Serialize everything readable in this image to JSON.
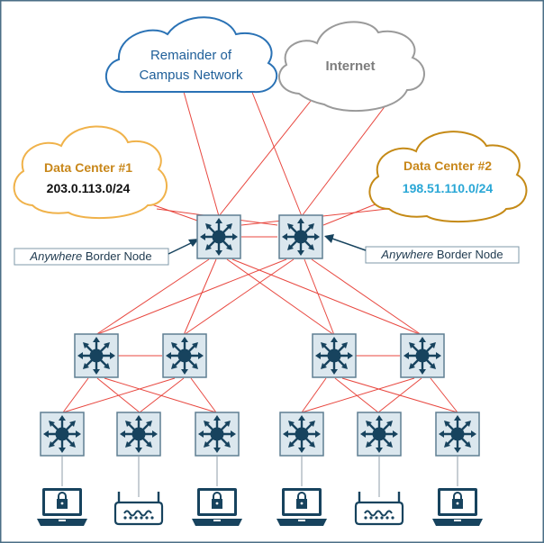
{
  "colors": {
    "link": "#e8473f",
    "node_fill": "#dbe7ee",
    "node_stroke": "#5f7f92",
    "icon": "#17435e",
    "frame": "#4b6f86",
    "campus_cloud": "#2a72b5",
    "internet_cloud": "#9a9a9a",
    "dc1_cloud": "#f0b24a",
    "dc2_cloud": "#c58a16",
    "dc1_subnet": "#111111",
    "dc2_subnet": "#2aa7d6"
  },
  "clouds": {
    "campus": {
      "line1": "Remainder of",
      "line2": "Campus Network"
    },
    "internet": {
      "label": "Internet"
    },
    "dc1": {
      "title": "Data Center #1",
      "subnet": "203.0.113.0/24"
    },
    "dc2": {
      "title": "Data Center #2",
      "subnet": "198.51.110.0/24"
    }
  },
  "callouts": {
    "left": {
      "italic": "Anywhere",
      "rest": " Border Node"
    },
    "right": {
      "italic": "Anywhere",
      "rest": " Border Node"
    }
  },
  "icons": {
    "switch": "multilayer-switch-icon",
    "laptop": "locked-laptop-icon",
    "access_point": "wireless-access-point-icon"
  }
}
